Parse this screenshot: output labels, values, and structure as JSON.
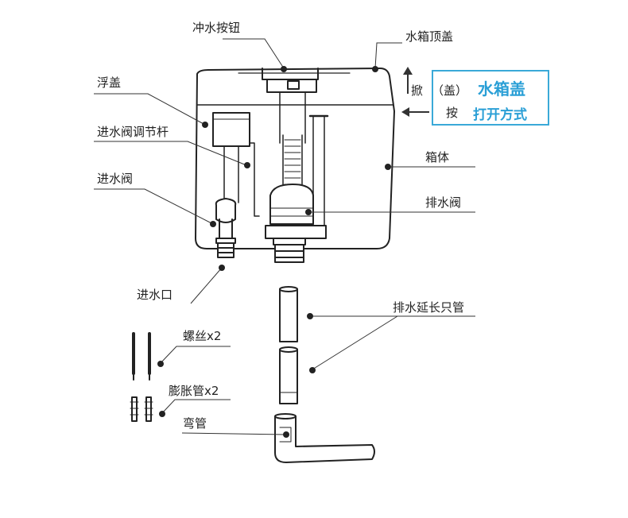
{
  "labels": {
    "flush_button": "冲水按钮",
    "tank_top_cover": "水箱顶盖",
    "float_cover": "浮盖",
    "inlet_valve_rod": "进水阀调节杆",
    "inlet_valve": "进水阀",
    "tank_body": "箱体",
    "drain_valve": "排水阀",
    "water_inlet": "进水口",
    "drain_extension_pipe": "排水延长只管",
    "screw": "螺丝x2",
    "expansion_pipe": "膨胀管x2",
    "elbow_pipe": "弯管"
  },
  "callout": {
    "lift_char": "掀",
    "cover_paren": "（盖）",
    "press_char": "按",
    "title": "水箱盖",
    "subtitle": "打开方式",
    "accent_color": "#2a9fd6"
  }
}
